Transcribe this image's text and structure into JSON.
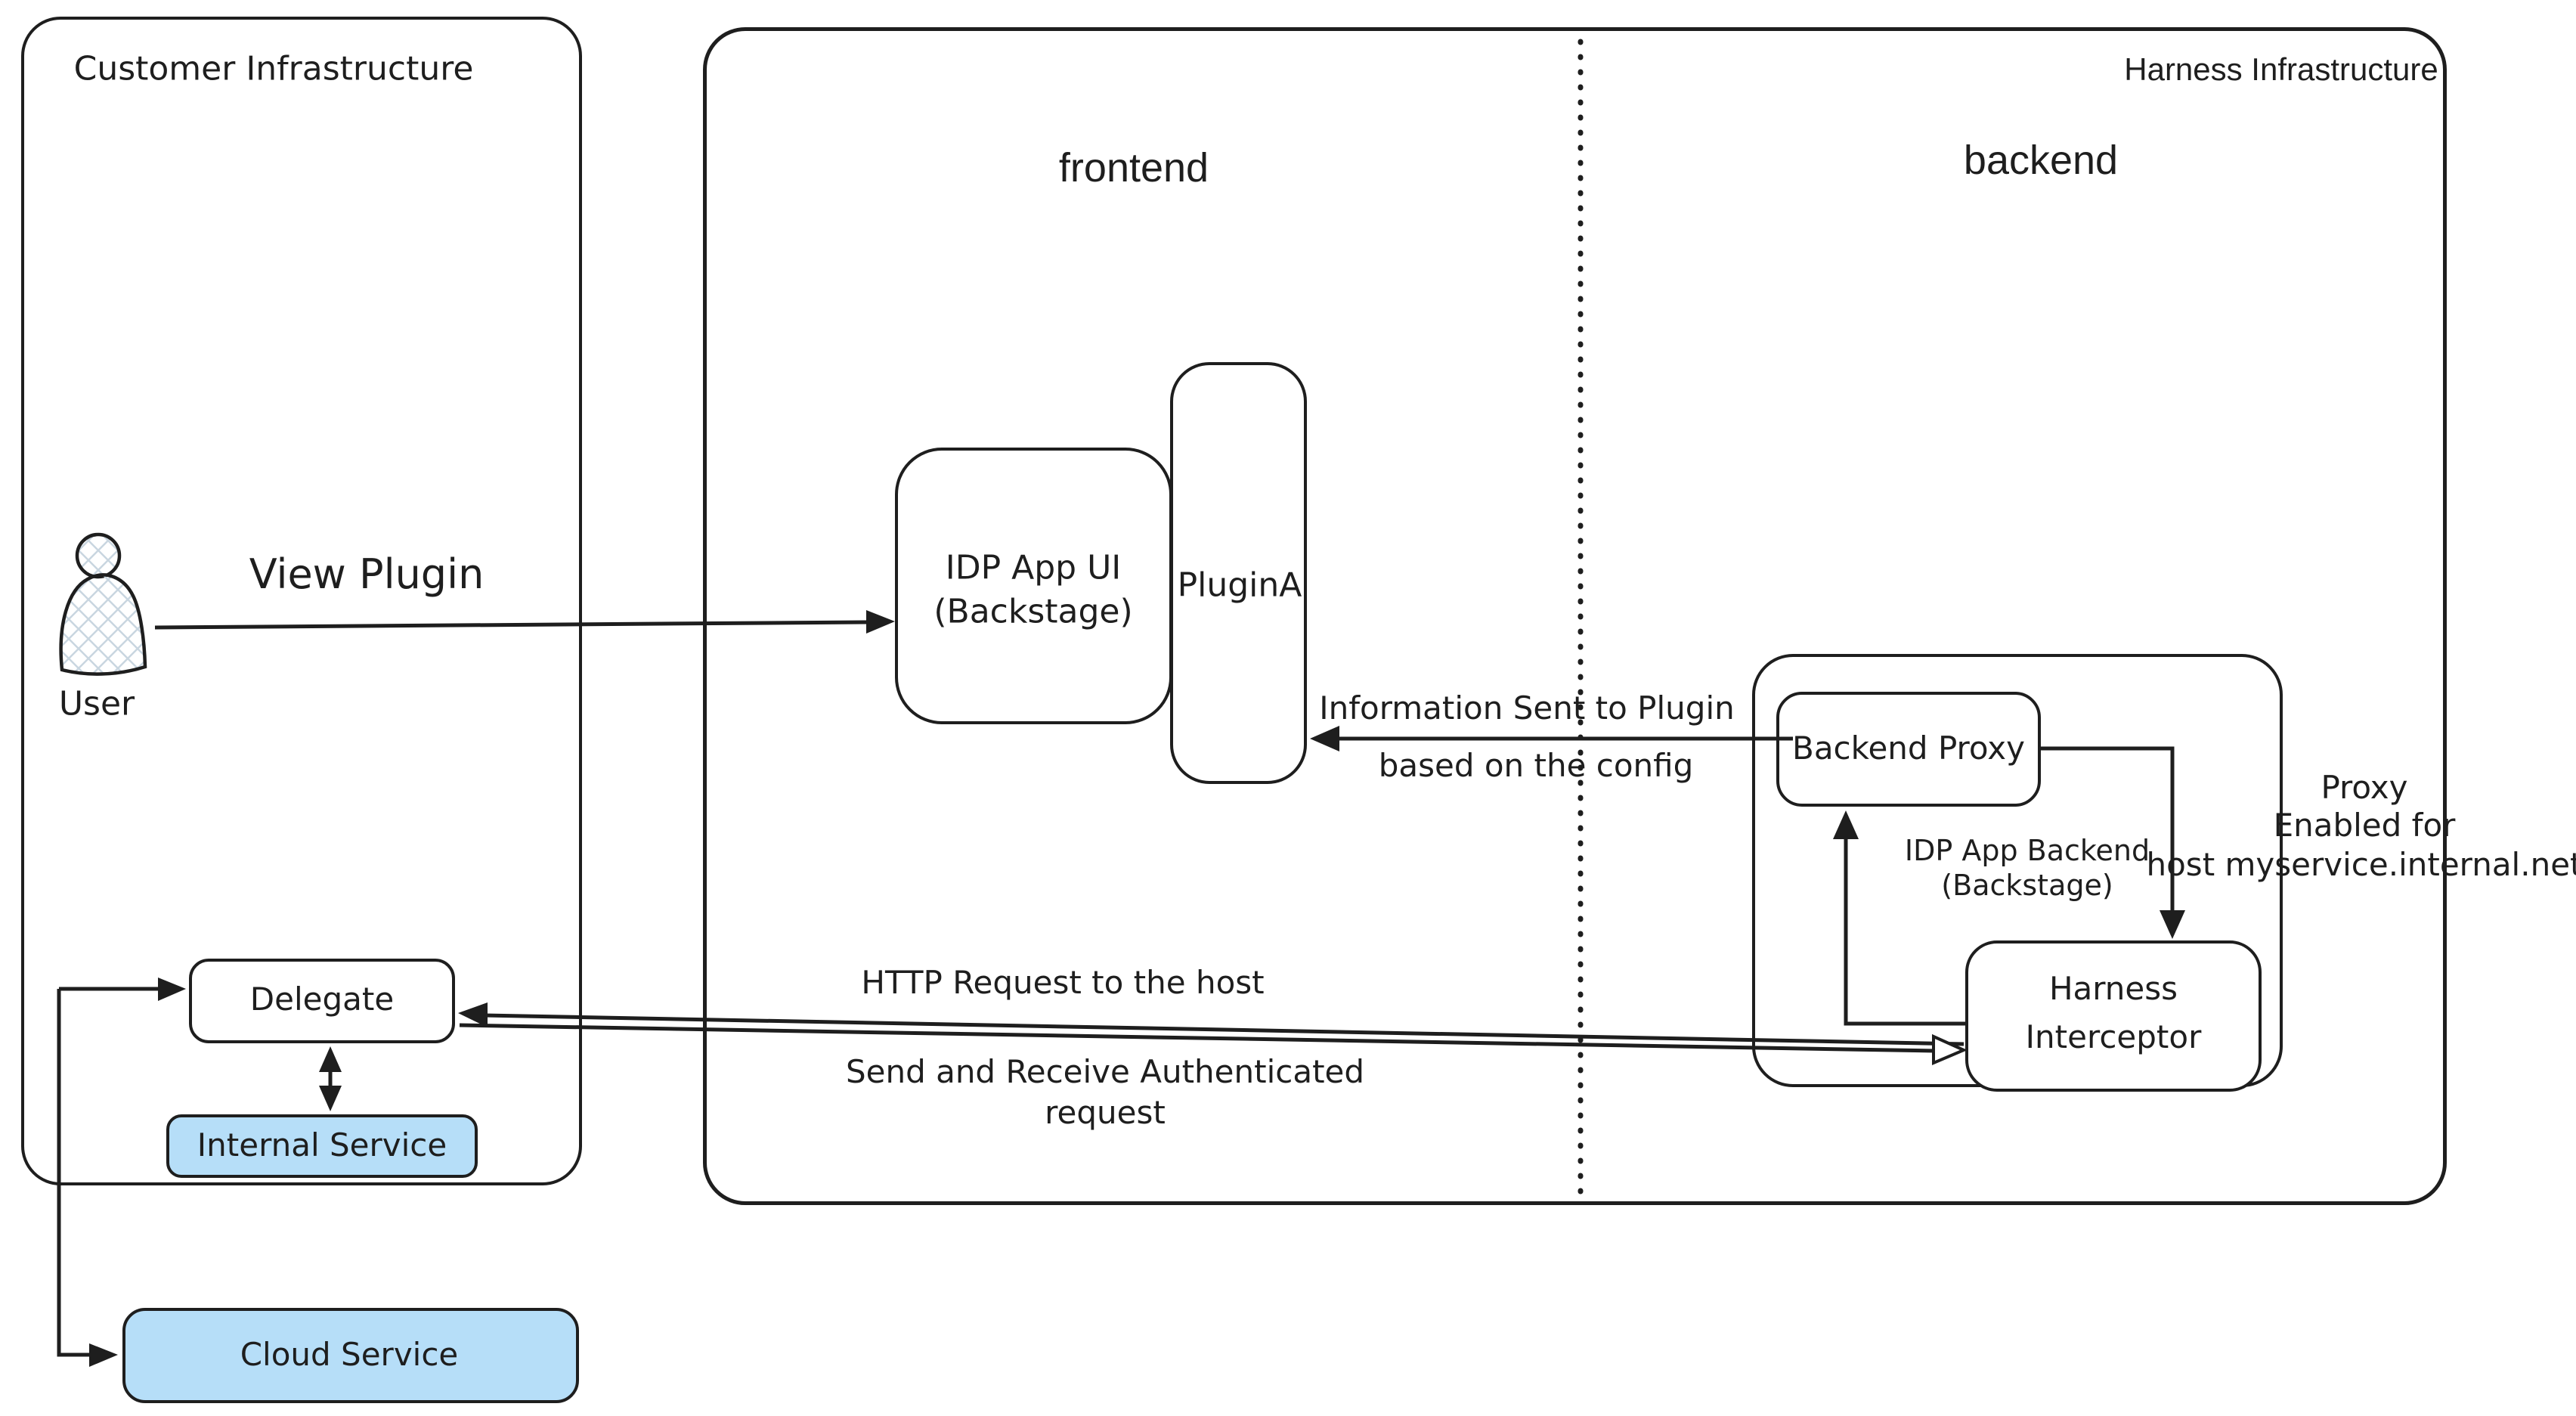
{
  "colors": {
    "stroke": "#1e1e1e",
    "service_fill": "#b6def8",
    "hatch_fill": "#c9d6e0",
    "background": "#ffffff"
  },
  "regions": {
    "customer": {
      "label": "Customer Infrastructure"
    },
    "harness": {
      "label": "Harness Infrastructure",
      "frontend_label": "frontend",
      "backend_label": "backend"
    }
  },
  "actors": {
    "user": {
      "label": "User"
    }
  },
  "nodes": {
    "idp_app_ui": {
      "line1": "IDP App UI",
      "line2": "(Backstage)"
    },
    "plugin_a": {
      "label": "PluginA"
    },
    "backend_proxy": {
      "label": "Backend Proxy"
    },
    "idp_app_backend": {
      "line1": "IDP App Backend",
      "line2": "(Backstage)"
    },
    "harness_interceptor": {
      "line1": "Harness",
      "line2": "Interceptor"
    },
    "delegate": {
      "label": "Delegate"
    },
    "internal_service": {
      "label": "Internal Service"
    },
    "cloud_service": {
      "label": "Cloud Service"
    }
  },
  "edges": {
    "view_plugin": {
      "label": "View Plugin"
    },
    "info_sent": {
      "line1": "Information Sent to Plugin",
      "line2": "based on the config"
    },
    "http_request": {
      "line1": "HTTP Request to the host",
      "line2": "Send and Receive Authenticated",
      "line3": "request"
    },
    "proxy_note": {
      "line1": "Proxy",
      "line2": "Enabled for",
      "line3": "host myservice.internal.net"
    }
  }
}
